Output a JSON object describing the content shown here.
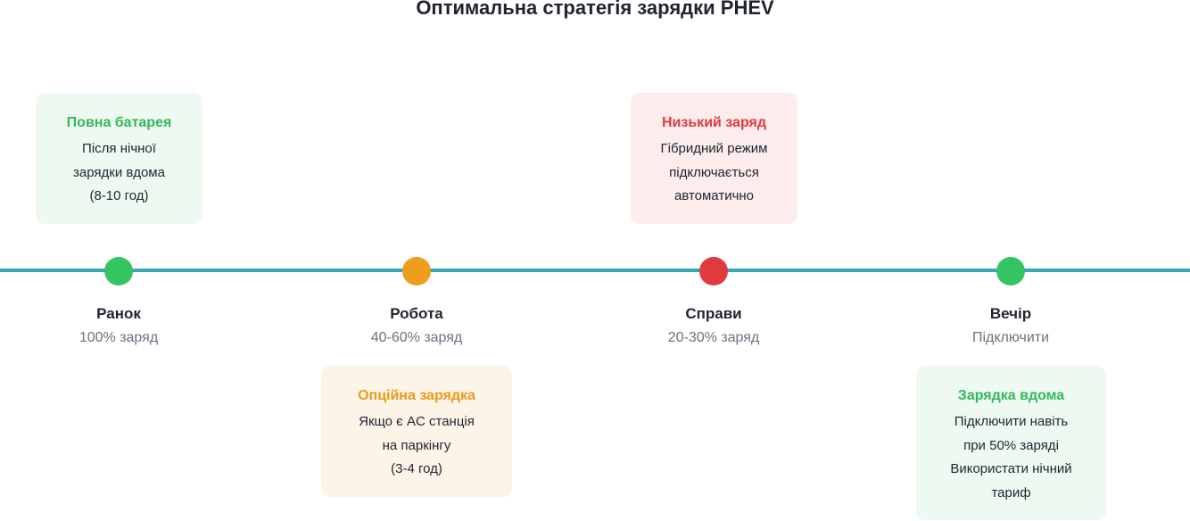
{
  "title": "Оптимальна стратегія зарядки PHEV",
  "colors": {
    "timeline": "#3aa7b8",
    "green": "#34c462",
    "orange": "#f09c1d",
    "red": "#e0393e",
    "green_bg": "#eef9f1",
    "orange_bg": "#fdf4e8",
    "red_bg": "#fdecec",
    "green_text": "#34b85a",
    "orange_text": "#ec9a1a",
    "red_text": "#e0393e"
  },
  "stages": [
    {
      "name": "Ранок",
      "sub": "100% заряд"
    },
    {
      "name": "Робота",
      "sub": "40-60% заряд"
    },
    {
      "name": "Справи",
      "sub": "20-30% заряд"
    },
    {
      "name": "Вечір",
      "sub": "Підключити"
    }
  ],
  "cards": {
    "full_battery": {
      "title": "Повна батарея",
      "lines": [
        "Після нічної",
        "зарядки вдома",
        "(8-10 год)"
      ]
    },
    "optional_charging": {
      "title": "Опційна зарядка",
      "lines": [
        "Якщо є AC станція",
        "на паркінгу",
        "(3-4 год)"
      ]
    },
    "low_charge": {
      "title": "Низький заряд",
      "lines": [
        "Гібридний режим",
        "підключається",
        "автоматично"
      ]
    },
    "home_charging": {
      "title": "Зарядка вдома",
      "lines": [
        "Підключити навіть",
        "при 50% заряді",
        "Використати нічний",
        "тариф"
      ]
    }
  }
}
